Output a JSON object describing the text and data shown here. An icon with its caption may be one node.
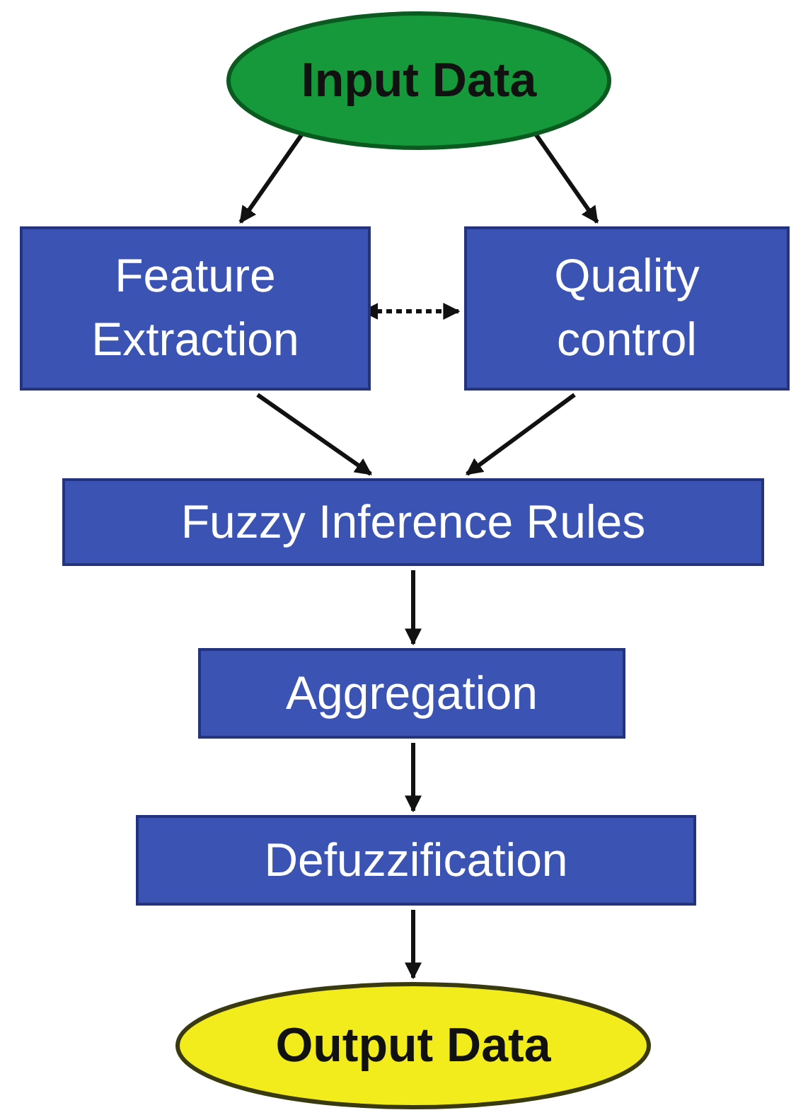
{
  "diagram": {
    "nodes": [
      {
        "text": [
          "Input Data"
        ]
      },
      {
        "text": [
          "Feature Extraction"
        ]
      },
      {
        "text": [
          "Quality control"
        ]
      },
      {
        "text": [
          "Fuzzy Inference Rules"
        ]
      },
      {
        "text": [
          "Aggregation"
        ]
      },
      {
        "text": [
          "Defuzzification"
        ]
      },
      {
        "text": [
          "Output Data"
        ]
      }
    ],
    "edges": [
      {
        "from": 0,
        "to": 1,
        "arrow": "to"
      },
      {
        "from": 0,
        "to": 2,
        "arrow": "to"
      },
      {
        "from": 1,
        "to": 2,
        "arrow": "both",
        "style": "dashed"
      },
      {
        "from": 1,
        "to": 3,
        "arrow": "to"
      },
      {
        "from": 2,
        "to": 3,
        "arrow": "to"
      },
      {
        "from": 3,
        "to": 4,
        "arrow": "to"
      },
      {
        "from": 4,
        "to": 5,
        "arrow": "to"
      },
      {
        "from": 5,
        "to": 6,
        "arrow": "to"
      }
    ]
  }
}
